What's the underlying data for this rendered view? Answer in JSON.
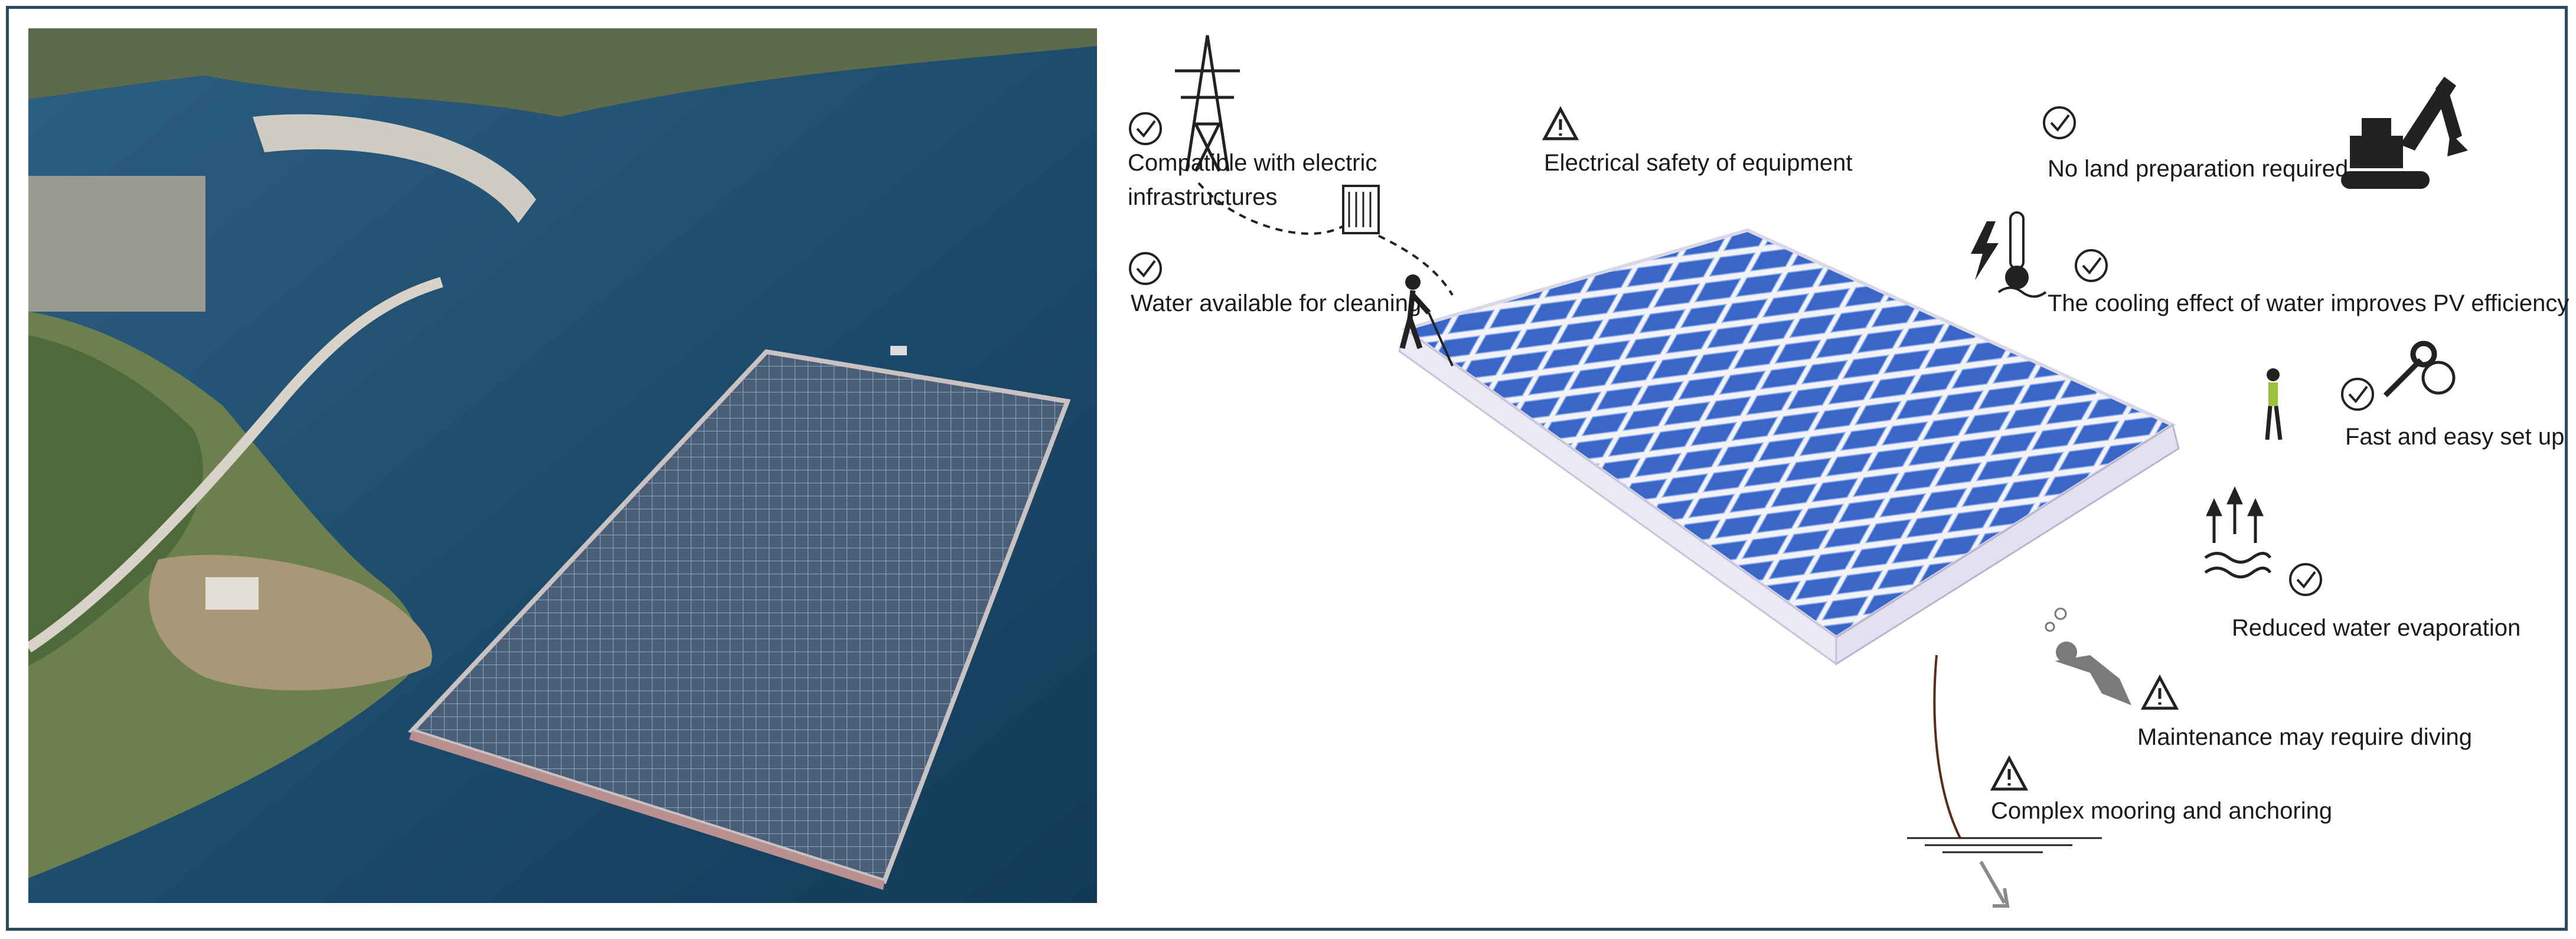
{
  "benefits": [
    {
      "text": "Compatible with electric infrastructures",
      "line1": "Compatible with electric",
      "line2": "infrastructures",
      "icon": "check-circle-icon"
    },
    {
      "text": "Water available for cleaning",
      "icon": "check-circle-icon"
    },
    {
      "text": "No land preparation required",
      "icon": "check-circle-icon"
    },
    {
      "text": "The cooling effect of water improves PV efficiency",
      "icon": "check-circle-icon"
    },
    {
      "text": "Fast and easy set up",
      "icon": "check-circle-icon"
    },
    {
      "text": "Reduced water evaporation",
      "icon": "check-circle-icon"
    }
  ],
  "drawbacks": [
    {
      "text": "Electrical safety of equipment",
      "icon": "warning-triangle-icon"
    },
    {
      "text": "Maintenance may require diving",
      "icon": "warning-triangle-icon"
    },
    {
      "text": "Complex mooring and anchoring",
      "icon": "warning-triangle-icon"
    }
  ],
  "colors": {
    "frame": "#2b4a5e",
    "water": "#1f4f73",
    "panel": "#3a66c8",
    "float": "#e9e9f2"
  }
}
